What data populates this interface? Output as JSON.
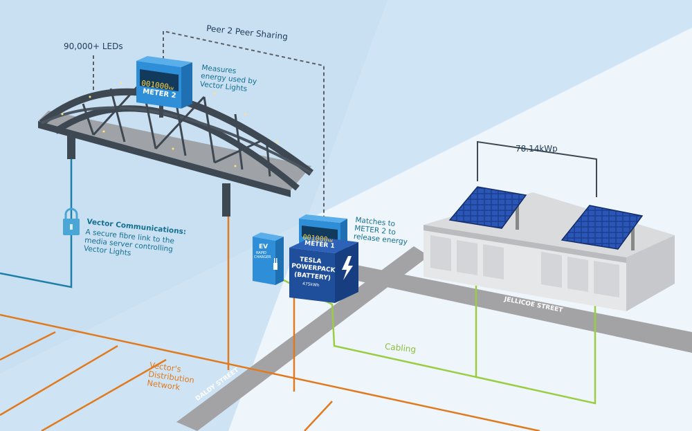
{
  "labels": {
    "leds": "90,000+ LEDs",
    "p2p": "Peer 2 Peer Sharing",
    "measures": "Measures\nenergy used by\nVector Lights",
    "comms_title": "Vector Communications:",
    "comms_body": "A secure fibre link to the\nmedia server controlling\nVector Lights",
    "matches": "Matches to\nMETER 2 to\nrelease energy",
    "kwp": "78.14kWp",
    "cabling": "Cabling",
    "network": "Vector's\nDistribution\nNetwork",
    "daldy": "DALDY STREET",
    "jellicoe": "JELLICOE STREET"
  },
  "meter2": {
    "reading": "001000",
    "unit": "kW",
    "name": "METER 2"
  },
  "meter1": {
    "reading": "001000",
    "unit": "kW",
    "name": "METER 1"
  },
  "charger": {
    "line1": "EV",
    "line2": "RAPID",
    "line3": "CHARGER"
  },
  "battery": {
    "line1": "TESLA",
    "line2": "POWERPACK",
    "line3": "(BATTERY)",
    "capacity": "475kWh"
  },
  "colors": {
    "sky": "#cfe5f5",
    "ground": "#eef5fb",
    "road": "#a3a3a5",
    "bridge": "#3d4852",
    "meter": "#2e8fd8",
    "teal": "#1e7fa8",
    "orange": "#e07a1f",
    "green": "#9acd42",
    "navy": "#1f4e9a"
  },
  "icons": [
    "lock-icon",
    "lightning-icon",
    "plug-icon",
    "solar-panel-icon"
  ]
}
